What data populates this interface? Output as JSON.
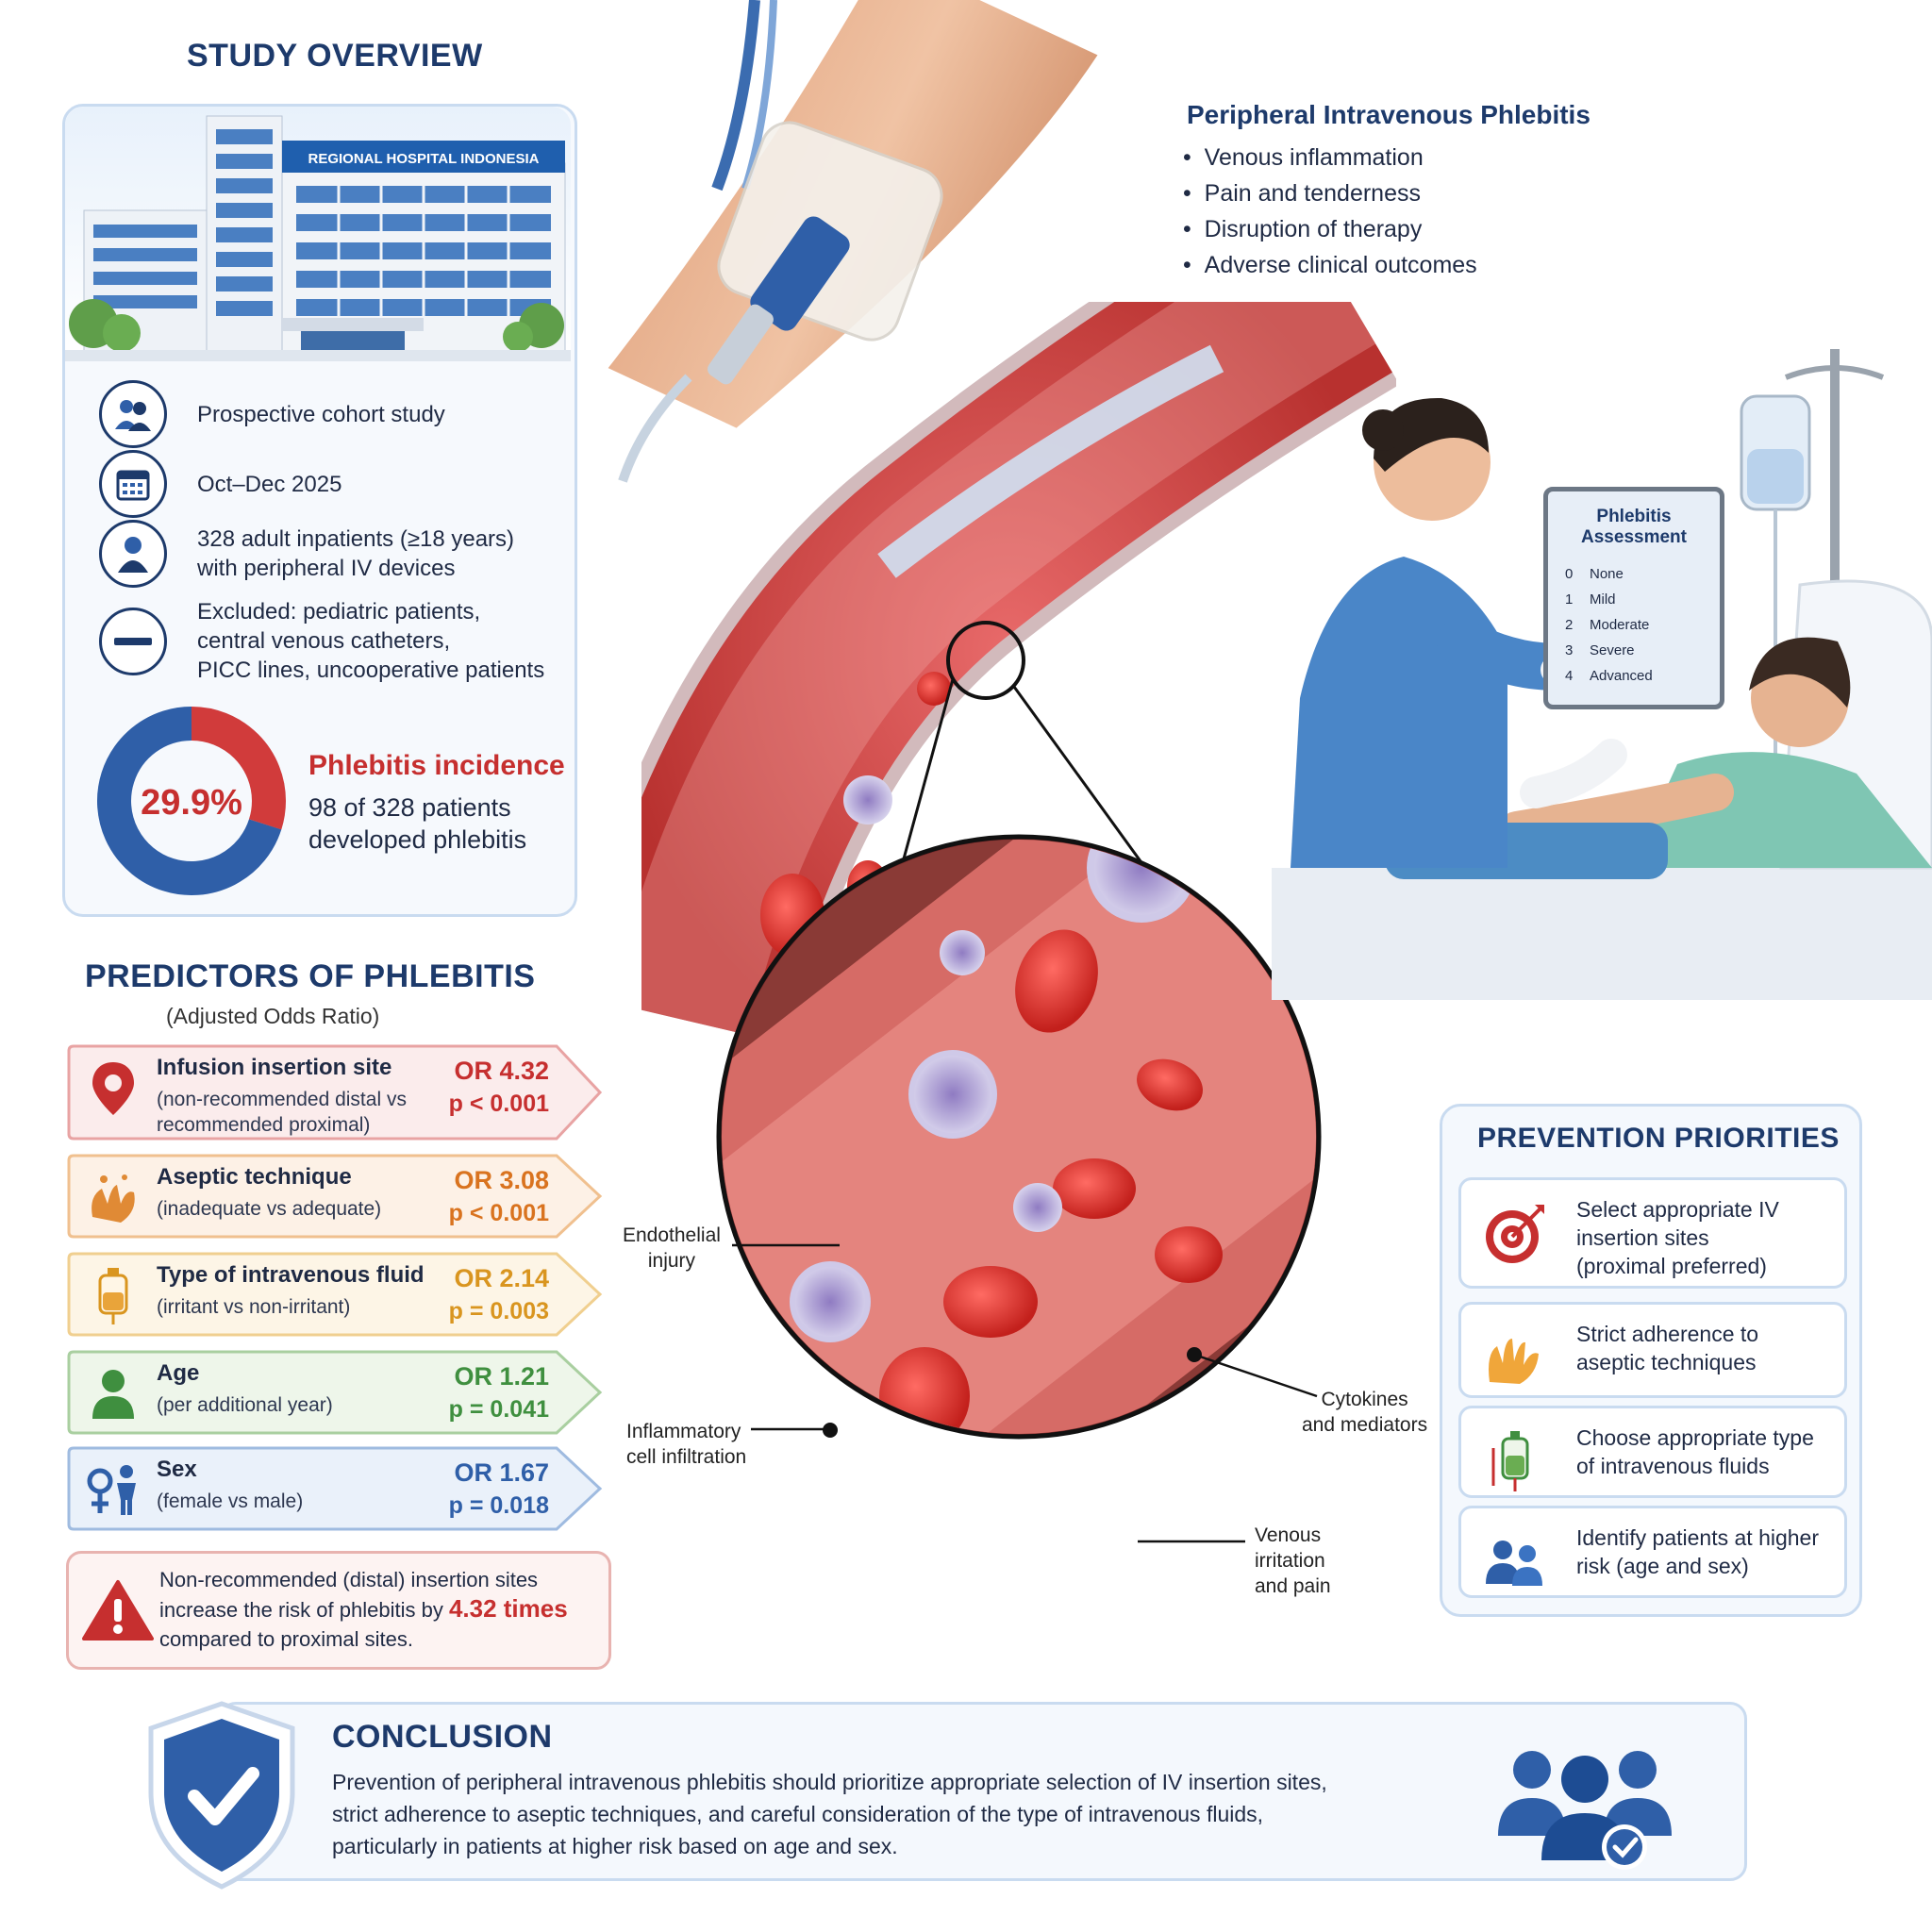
{
  "study_overview": {
    "title": "STUDY OVERVIEW",
    "hospital_sign": "REGIONAL HOSPITAL INDONESIA",
    "rows": [
      {
        "icon": "group-icon",
        "text": "Prospective cohort study"
      },
      {
        "icon": "calendar-icon",
        "text": "Oct–Dec 2025"
      },
      {
        "icon": "person-icon",
        "text": "328 adult inpatients (≥18 years)\nwith peripheral IV devices"
      },
      {
        "icon": "minus-icon",
        "text": "Excluded: pediatric patients,\ncentral venous catheters,\nPICC lines, uncooperative patients"
      }
    ],
    "incidence": {
      "value_label": "29.9%",
      "value": 29.9,
      "heading": "Phlebitis incidence",
      "text": "98 of 328 patients\ndeveloped phlebitis",
      "color_positive": "#d13b3b",
      "color_negative": "#2f5fa8"
    }
  },
  "phlebitis_info": {
    "title": "Peripheral Intravenous Phlebitis",
    "bullets": [
      "Venous inflammation",
      "Pain and tenderness",
      "Disruption of therapy",
      "Adverse clinical outcomes"
    ]
  },
  "assessment_board": {
    "title": "Phlebitis\nAssessment",
    "levels": [
      {
        "num": "0",
        "label": "None"
      },
      {
        "num": "1",
        "label": "Mild"
      },
      {
        "num": "2",
        "label": "Moderate"
      },
      {
        "num": "3",
        "label": "Severe"
      },
      {
        "num": "4",
        "label": "Advanced"
      }
    ]
  },
  "predictors": {
    "title": "PREDICTORS OF PHLEBITIS",
    "subtitle": "(Adjusted Odds Ratio)",
    "items": [
      {
        "icon": "location-pin-icon",
        "name": "Infusion insertion site",
        "desc": "(non-recommended distal vs\nrecommended proximal)",
        "or": "OR 4.32",
        "p": "p < 0.001",
        "color": "#c62f2f",
        "bg": "#fbecec",
        "border": "#e8a3a3"
      },
      {
        "icon": "hands-icon",
        "name": "Aseptic technique",
        "desc": "(inadequate vs adequate)",
        "or": "OR 3.08",
        "p": "p < 0.001",
        "color": "#d9731f",
        "bg": "#fdf1e6",
        "border": "#f0c08f"
      },
      {
        "icon": "iv-bag-icon",
        "name": "Type of intravenous fluid",
        "desc": "(irritant vs non-irritant)",
        "or": "OR 2.14",
        "p": "p = 0.003",
        "color": "#d9951f",
        "bg": "#fdf5e6",
        "border": "#f0cf8f"
      },
      {
        "icon": "person-icon",
        "name": "Age",
        "desc": "(per additional year)",
        "or": "OR 1.21",
        "p": "p = 0.041",
        "color": "#3f8f3f",
        "bg": "#eef6ea",
        "border": "#a9cfa0"
      },
      {
        "icon": "gender-icon",
        "name": "Sex",
        "desc": "(female vs male)",
        "or": "OR 1.67",
        "p": "p = 0.018",
        "color": "#2f5fa8",
        "bg": "#eaf1fa",
        "border": "#9fbbe0"
      }
    ],
    "warning": {
      "icon": "warning-icon",
      "line1": "Non-recommended (distal) insertion sites",
      "line2_pre": "increase the risk of phlebitis by ",
      "line2_highlight": "4.32 times",
      "line3": "compared to proximal sites."
    }
  },
  "vein_labels": {
    "endothelial": "Endothelial\ninjury",
    "inflammatory": "Inflammatory\ncell infiltration",
    "cytokines": "Cytokines\nand mediators",
    "venous": "Venous\nirritation\nand pain"
  },
  "prevention": {
    "title": "PREVENTION PRIORITIES",
    "items": [
      {
        "icon": "target-icon",
        "text": "Select appropriate IV\ninsertion sites\n(proximal preferred)"
      },
      {
        "icon": "gloved-hands-icon",
        "text": "Strict adherence to\naseptic techniques"
      },
      {
        "icon": "iv-bag-icon",
        "text": "Choose appropriate type\nof intravenous fluids"
      },
      {
        "icon": "group-icon",
        "text": "Identify patients at higher\nrisk (age and sex)"
      }
    ]
  },
  "conclusion": {
    "title": "CONCLUSION",
    "text": "Prevention of peripheral intravenous phlebitis should prioritize appropriate selection of IV insertion sites,\nstrict adherence to aseptic techniques, and careful consideration of the type of intravenous fluids,\nparticularly in patients at higher risk based on age and sex.",
    "icons": [
      "shield-check-icon",
      "group-check-icon"
    ]
  }
}
